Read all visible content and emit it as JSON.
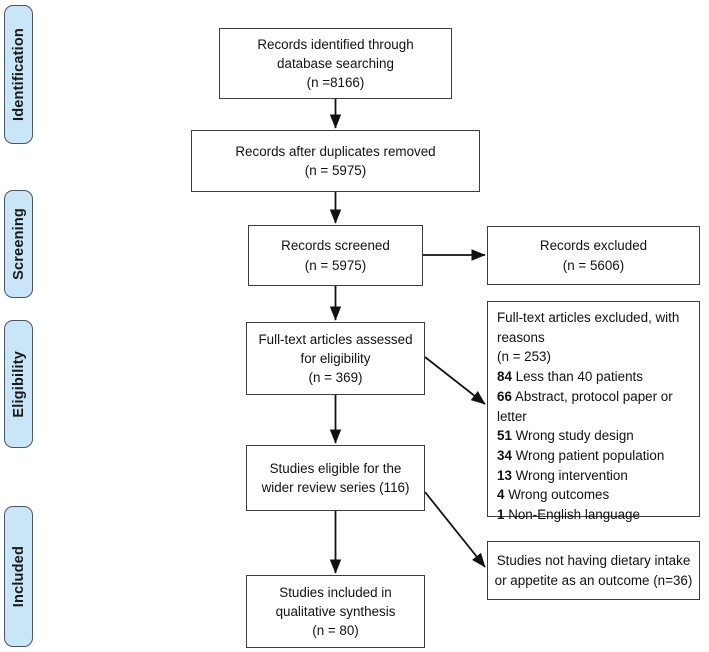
{
  "figure": {
    "type": "prisma-flow-diagram"
  },
  "colors": {
    "stage_fill": "#c9e5f8",
    "stage_border": "#4a5560",
    "box_border": "#3c3c3c",
    "text": "#111111",
    "background": "#ffffff"
  },
  "stages": [
    {
      "label": "Identification"
    },
    {
      "label": "Screening"
    },
    {
      "label": "Eligibility"
    },
    {
      "label": "Included"
    }
  ],
  "boxes": {
    "records_identified": {
      "line1": "Records identified through",
      "line2": "database searching",
      "line3": "(n =8166)"
    },
    "duplicates_removed": {
      "line1": "Records after duplicates removed",
      "line2": "(n = 5975)"
    },
    "records_screened": {
      "line1": "Records screened",
      "line2": "(n = 5975)"
    },
    "records_excluded": {
      "line1": "Records excluded",
      "line2": "(n = 5606)"
    },
    "fulltext_assessed": {
      "line1": "Full-text articles assessed",
      "line2": "for eligibility",
      "line3": "(n = 369)"
    },
    "fulltext_excluded": {
      "line1": "Full-text articles excluded, with",
      "line2": "reasons",
      "line3": "(n = 253)",
      "reasons": [
        {
          "count": "84",
          "text": "Less than 40 patients"
        },
        {
          "count": "66",
          "text": "Abstract, protocol paper or"
        },
        {
          "count": "",
          "text": "letter"
        },
        {
          "count": "51",
          "text": "Wrong study design"
        },
        {
          "count": "34",
          "text": "Wrong patient population"
        },
        {
          "count": "13",
          "text": "Wrong intervention"
        },
        {
          "count": "4",
          "text": "Wrong outcomes"
        },
        {
          "count": "1",
          "text": "Non-English language"
        }
      ]
    },
    "studies_eligible": {
      "line1": "Studies eligible for the",
      "line2": "wider review series (116)"
    },
    "studies_not_having": {
      "line1": "Studies not having dietary intake",
      "line2": "or appetite as an outcome (n=36)"
    },
    "studies_included": {
      "line1": "Studies included in",
      "line2": "qualitative synthesis",
      "line3": "(n = 80)"
    }
  }
}
